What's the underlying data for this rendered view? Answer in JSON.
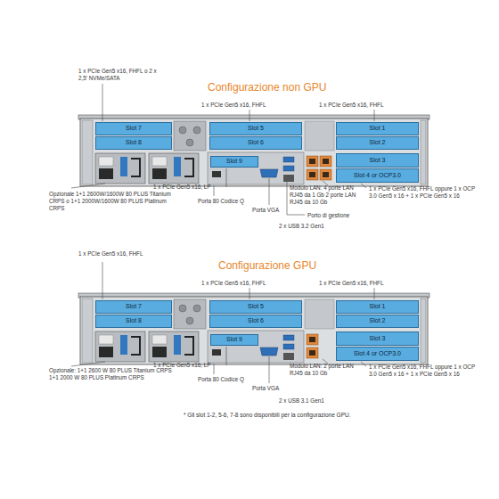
{
  "diagram": {
    "caption": "* Gli slot 1-2, 5-6, 7-8 sono disponibili per la configurazione GPU.",
    "nodes": [
      {
        "text": [
          "Slot 7"
        ]
      },
      {
        "text": [
          "Slot 8"
        ]
      },
      {
        "text": [
          "Slot 5"
        ]
      },
      {
        "text": [
          "Slot 6"
        ]
      },
      {
        "text": [
          "Slot 1"
        ]
      },
      {
        "text": [
          "Slot 2"
        ]
      },
      {
        "text": [
          "Slot 9"
        ]
      },
      {
        "text": [
          "Slot 3"
        ]
      },
      {
        "text": [
          "Slot 4 or OCP3.0"
        ]
      },
      {
        "text": [
          "Slot 7"
        ]
      },
      {
        "text": [
          "Slot 8"
        ]
      },
      {
        "text": [
          "Slot 5"
        ]
      },
      {
        "text": [
          "Slot 6"
        ]
      },
      {
        "text": [
          "Slot 1"
        ]
      },
      {
        "text": [
          "Slot 2"
        ]
      },
      {
        "text": [
          "Slot 9"
        ]
      },
      {
        "text": [
          "Slot 3"
        ]
      },
      {
        "text": [
          "Slot 4 or OCP3.0"
        ]
      }
    ],
    "labels": [
      "Configurazione non GPU",
      "1 x PCIe Gen5 x16, FHFL o 2 x 2,5' NVMe/SATA",
      "1 x PCIe Gen5 x16, FHFL",
      "1 x PCIe Gen5 x16, FHFL",
      "Opzionale 1+1 2600W/1600W 80 PLUS Titanium CRPS o 1+1 2000W/1600W 80 PLUS Platinum CRPS",
      "1 x PCIe Gen5 x16, LP",
      "Porta 80 Codice Q",
      "Porta VGA",
      "Modulo LAN: 4 porte LAN RJ45 da 1 Gb 2 porte LAN RJ45 da 10 Gb",
      "Porto di gestione",
      "2 x USB 3.2 Gen1",
      "1 x PCIe Gen5 x16, FHFL oppure 1 x OCP 3.0 Gen5 x 16 + 1 x PCIe Gen5 x 16",
      "Configurazione GPU",
      "1 x PCIe Gen5 x16, FHFL",
      "1 x PCIe Gen5 x16, FHFL",
      "1 x PCIe Gen5 x16, FHFL",
      "Opzionale: 1+1 2600 W 80 PLUS Titanium CRPS 1+1 2000 W 80 PLUS Platinum CRPS",
      "1 x PCIe Gen5 x16, LP",
      "Porta 80 Codice Q",
      "Porta VGA",
      "Modulo LAN: 2 porte LAN RJ45 da 10 Gb",
      "2 x USB 3.1 Gen1",
      "1 x PCIe Gen5 x16, FHFL oppure 1 x OCP 3.0 Gen5 x 16 + 1 x PCIe Gen5 x 16"
    ]
  }
}
